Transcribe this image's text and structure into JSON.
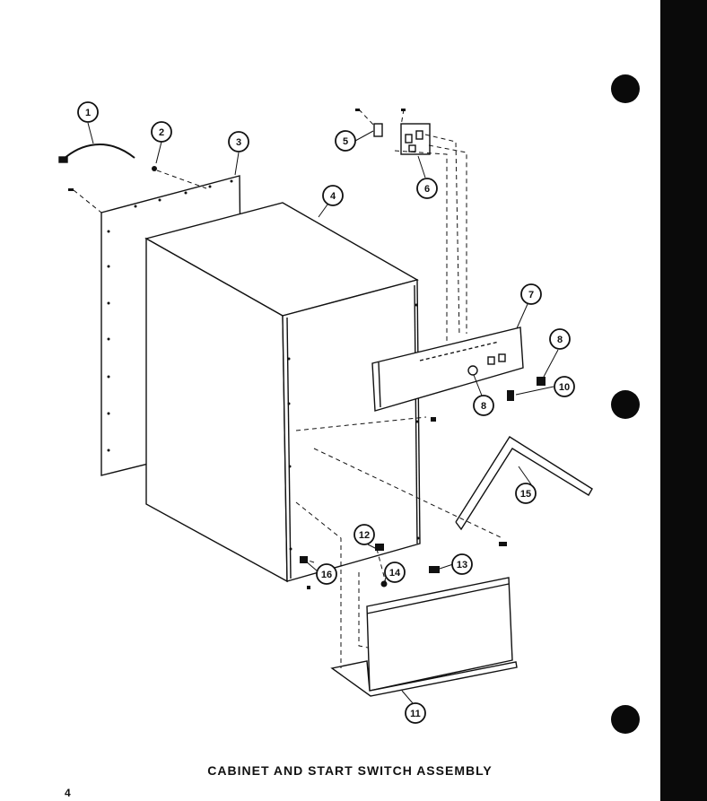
{
  "document": {
    "caption": "CABINET AND START SWITCH ASSEMBLY",
    "page_number": "4"
  },
  "callouts": [
    {
      "id": "c1",
      "label": "1"
    },
    {
      "id": "c2",
      "label": "2"
    },
    {
      "id": "c3",
      "label": "3"
    },
    {
      "id": "c4",
      "label": "4"
    },
    {
      "id": "c5",
      "label": "5"
    },
    {
      "id": "c6",
      "label": "6"
    },
    {
      "id": "c7",
      "label": "7"
    },
    {
      "id": "c8a",
      "label": "8"
    },
    {
      "id": "c8b",
      "label": "8"
    },
    {
      "id": "c10",
      "label": "10"
    },
    {
      "id": "c11",
      "label": "11"
    },
    {
      "id": "c12",
      "label": "12"
    },
    {
      "id": "c13",
      "label": "13"
    },
    {
      "id": "c14",
      "label": "14"
    },
    {
      "id": "c15",
      "label": "15"
    },
    {
      "id": "c16",
      "label": "16"
    }
  ],
  "colors": {
    "ink": "#111111",
    "paper": "#ffffff",
    "edge": "#0a0a0a"
  }
}
